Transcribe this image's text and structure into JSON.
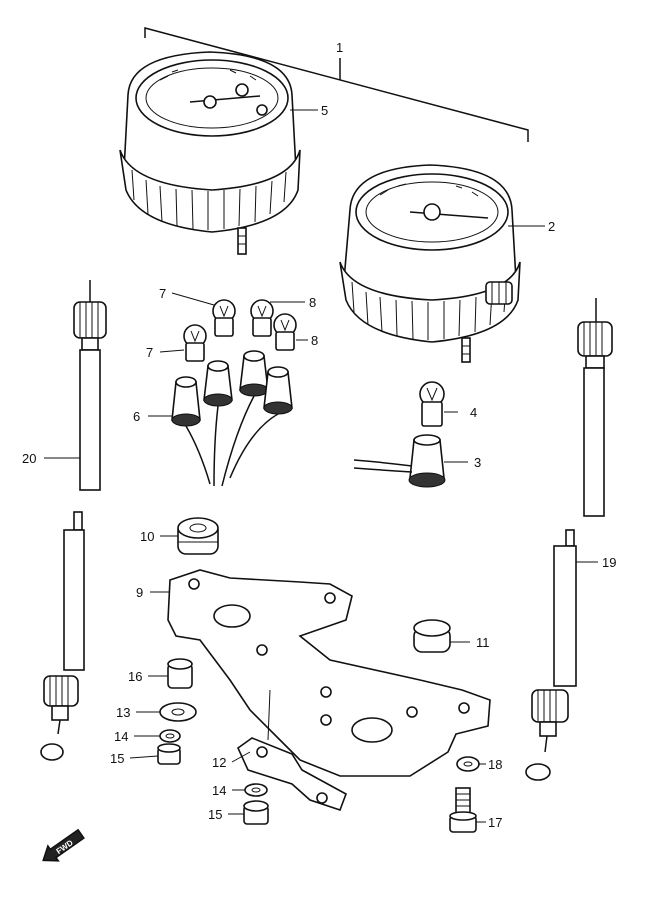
{
  "diagram": {
    "callouts": {
      "c1": "1",
      "c2": "2",
      "c3": "3",
      "c4": "4",
      "c5": "5",
      "c6": "6",
      "c7a": "7",
      "c7b": "7",
      "c8a": "8",
      "c8b": "8",
      "c9": "9",
      "c10": "10",
      "c11": "11",
      "c12": "12",
      "c13": "13",
      "c14a": "14",
      "c14b": "14",
      "c15a": "15",
      "c15b": "15",
      "c16": "16",
      "c17": "17",
      "c18": "18",
      "c19": "19",
      "c20": "20"
    },
    "fwd_label": "FWD"
  }
}
